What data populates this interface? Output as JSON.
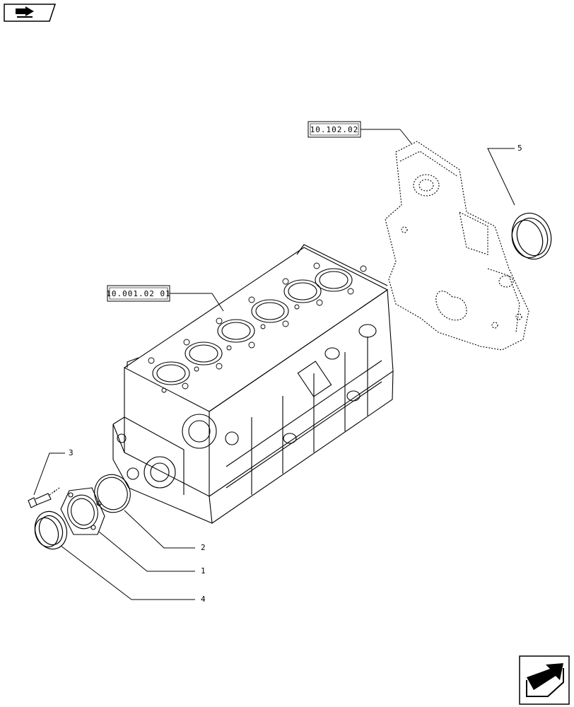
{
  "navigation": {
    "prev_icon": "prev-page-arrow-icon",
    "next_icon": "next-page-arrow-icon"
  },
  "references": [
    {
      "id": "ref-block",
      "text": "10.001.02 01"
    },
    {
      "id": "ref-cover",
      "text": "10.102.02"
    }
  ],
  "callouts": [
    {
      "id": "callout-3",
      "text": "3"
    },
    {
      "id": "callout-2",
      "text": "2"
    },
    {
      "id": "callout-1",
      "text": "1"
    },
    {
      "id": "callout-4",
      "text": "4"
    },
    {
      "id": "callout-5",
      "text": "5"
    }
  ],
  "parts": [
    {
      "id": "engine-block",
      "icon": "engine-block-icon"
    },
    {
      "id": "timing-cover",
      "icon": "flywheel-housing-icon"
    },
    {
      "id": "seal-ring-5",
      "icon": "seal-ring-icon"
    },
    {
      "id": "gasket-2",
      "icon": "gasket-ring-icon"
    },
    {
      "id": "cover-flange-1",
      "icon": "flange-cover-icon"
    },
    {
      "id": "screw-3",
      "icon": "screw-icon"
    },
    {
      "id": "oil-seal-4",
      "icon": "oil-seal-icon"
    }
  ]
}
